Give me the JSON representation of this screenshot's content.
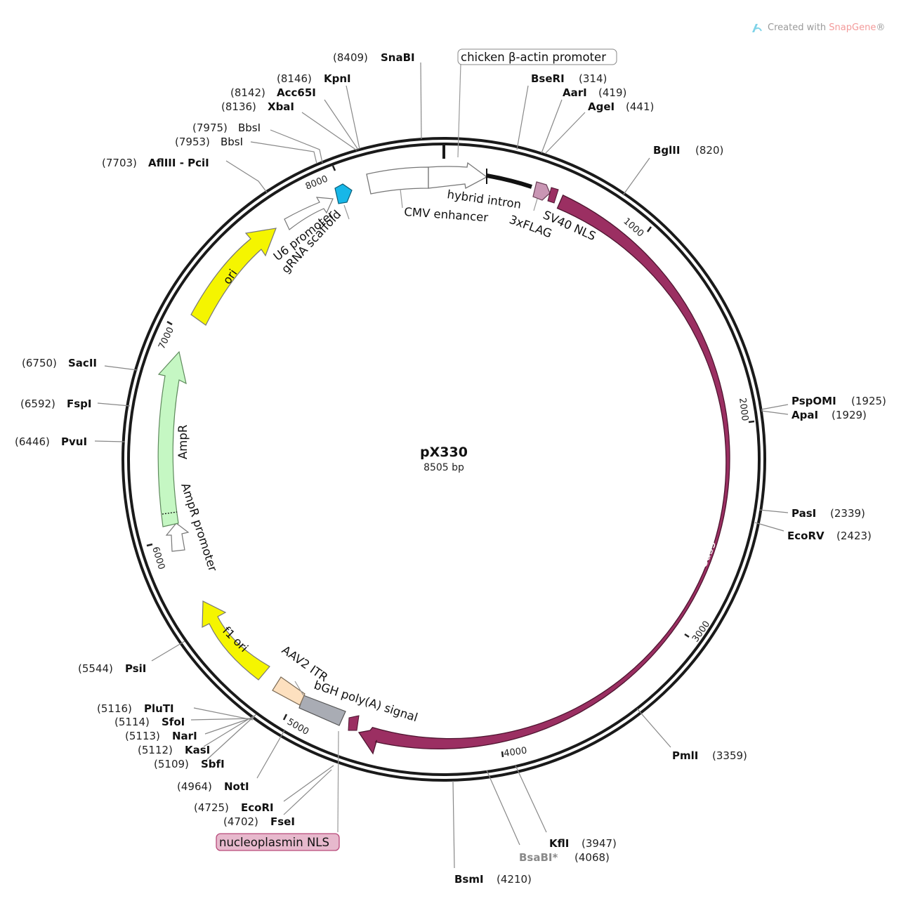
{
  "watermark": {
    "prefix": "Created with ",
    "brand": "SnapGene",
    "reg": "®"
  },
  "plasmid": {
    "name": "pX330",
    "length_label": "8505 bp",
    "length_bp": 8505
  },
  "colors": {
    "cas9": "#9b2f62",
    "ori": "#f5f500",
    "ampr": "#c5f7c3",
    "flag": "#c996b4",
    "scaffold": "#17b7e8",
    "aav2_itr": "#fde0bf",
    "bgh": "#a9acb4",
    "nuc_nls_bg": "#e7b9cd"
  },
  "ticks": [
    {
      "pos": 1000,
      "label": "1000"
    },
    {
      "pos": 2000,
      "label": "2000"
    },
    {
      "pos": 3000,
      "label": "3000"
    },
    {
      "pos": 4000,
      "label": "4000"
    },
    {
      "pos": 5000,
      "label": "5000"
    },
    {
      "pos": 6000,
      "label": "6000"
    },
    {
      "pos": 7000,
      "label": "7000"
    },
    {
      "pos": 8000,
      "label": "8000"
    }
  ],
  "sites": [
    {
      "name": "SnaBI",
      "pos": "(8409)",
      "side": "left",
      "bold": true
    },
    {
      "name": "KpnI",
      "pos": "(8146)",
      "side": "left",
      "bold": true
    },
    {
      "name": "Acc65I",
      "pos": "(8142)",
      "side": "left",
      "bold": true
    },
    {
      "name": "XbaI",
      "pos": "(8136)",
      "side": "left",
      "bold": true
    },
    {
      "name": "BbsI",
      "pos": "(7975)",
      "side": "left",
      "bold": false
    },
    {
      "name": "BbsI",
      "pos": "(7953)",
      "side": "left",
      "bold": false
    },
    {
      "name": "AflIII - PciI",
      "pos": "(7703)",
      "side": "left",
      "bold": true
    },
    {
      "name": "BseRI",
      "pos": "(314)",
      "side": "right",
      "bold": true
    },
    {
      "name": "AarI",
      "pos": "(419)",
      "side": "right",
      "bold": true
    },
    {
      "name": "AgeI",
      "pos": "(441)",
      "side": "right",
      "bold": true
    },
    {
      "name": "BglII",
      "pos": "(820)",
      "side": "right",
      "bold": true
    },
    {
      "name": "PspOMI",
      "pos": "(1925)",
      "side": "right",
      "bold": true
    },
    {
      "name": "ApaI",
      "pos": "(1929)",
      "side": "right",
      "bold": true
    },
    {
      "name": "PasI",
      "pos": "(2339)",
      "side": "right",
      "bold": true
    },
    {
      "name": "EcoRV",
      "pos": "(2423)",
      "side": "right",
      "bold": true
    },
    {
      "name": "PmlI",
      "pos": "(3359)",
      "side": "right",
      "bold": true
    },
    {
      "name": "KflI",
      "pos": "(3947)",
      "side": "right",
      "bold": true
    },
    {
      "name": "BsaBI*",
      "pos": "(4068)",
      "side": "right",
      "bold": true,
      "gray": true
    },
    {
      "name": "BsmI",
      "pos": "(4210)",
      "side": "right",
      "bold": true
    },
    {
      "name": "SacII",
      "pos": "(6750)",
      "side": "left",
      "bold": true
    },
    {
      "name": "FspI",
      "pos": "(6592)",
      "side": "left",
      "bold": true
    },
    {
      "name": "PvuI",
      "pos": "(6446)",
      "side": "left",
      "bold": true
    },
    {
      "name": "PsiI",
      "pos": "(5544)",
      "side": "left",
      "bold": true
    },
    {
      "name": "PluTI",
      "pos": "(5116)",
      "side": "left",
      "bold": true
    },
    {
      "name": "SfoI",
      "pos": "(5114)",
      "side": "left",
      "bold": true
    },
    {
      "name": "NarI",
      "pos": "(5113)",
      "side": "left",
      "bold": true
    },
    {
      "name": "KasI",
      "pos": "(5112)",
      "side": "left",
      "bold": true
    },
    {
      "name": "SbfI",
      "pos": "(5109)",
      "side": "left",
      "bold": true
    },
    {
      "name": "NotI",
      "pos": "(4964)",
      "side": "left",
      "bold": true
    },
    {
      "name": "EcoRI",
      "pos": "(4725)",
      "side": "left",
      "bold": true
    },
    {
      "name": "FseI",
      "pos": "(4702)",
      "side": "left",
      "bold": true
    }
  ],
  "boxed_labels": {
    "chicken_promoter": "chicken β-actin promoter",
    "nucleoplasmin_nls": "nucleoplasmin NLS"
  },
  "features": {
    "hybrid_intron": "hybrid intron",
    "cmv_enhancer": "CMV enhancer",
    "flag": "3xFLAG",
    "sv40_nls": "SV40 NLS",
    "cas9": "Cas9",
    "u6_promoter": "U6 promoter",
    "grna_scaffold": "gRNA scaffold",
    "ori": "ori",
    "ampr": "AmpR",
    "ampr_promoter": "AmpR promoter",
    "f1_ori": "f1 ori",
    "aav2_itr": "AAV2 ITR",
    "bgh": "bGH poly(A) signal"
  }
}
